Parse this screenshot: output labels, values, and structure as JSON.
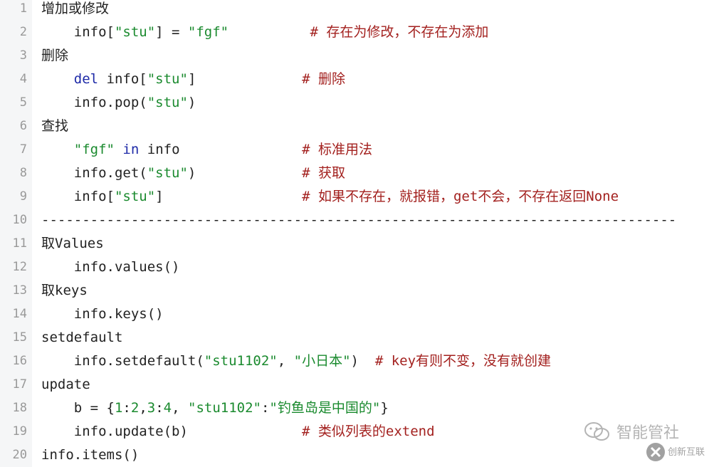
{
  "lines": [
    {
      "n": "1",
      "segments": [
        {
          "t": "增加或修改",
          "c": "plain"
        }
      ]
    },
    {
      "n": "2",
      "segments": [
        {
          "t": "    info[",
          "c": "plain"
        },
        {
          "t": "\"stu\"",
          "c": "str"
        },
        {
          "t": "] = ",
          "c": "plain"
        },
        {
          "t": "\"fgf\"",
          "c": "str"
        },
        {
          "t": "          # 存在为修改，不存在为添加",
          "c": "cm"
        }
      ]
    },
    {
      "n": "3",
      "segments": [
        {
          "t": "删除",
          "c": "plain"
        }
      ]
    },
    {
      "n": "4",
      "segments": [
        {
          "t": "    ",
          "c": "plain"
        },
        {
          "t": "del",
          "c": "kw"
        },
        {
          "t": " info[",
          "c": "plain"
        },
        {
          "t": "\"stu\"",
          "c": "str"
        },
        {
          "t": "]",
          "c": "plain"
        },
        {
          "t": "             # 删除",
          "c": "cm"
        }
      ]
    },
    {
      "n": "5",
      "segments": [
        {
          "t": "    info.pop(",
          "c": "plain"
        },
        {
          "t": "\"stu\"",
          "c": "str"
        },
        {
          "t": ")",
          "c": "plain"
        }
      ]
    },
    {
      "n": "6",
      "segments": [
        {
          "t": "查找",
          "c": "plain"
        }
      ]
    },
    {
      "n": "7",
      "segments": [
        {
          "t": "    ",
          "c": "plain"
        },
        {
          "t": "\"fgf\"",
          "c": "str"
        },
        {
          "t": " ",
          "c": "plain"
        },
        {
          "t": "in",
          "c": "kw"
        },
        {
          "t": " info",
          "c": "plain"
        },
        {
          "t": "               # 标准用法",
          "c": "cm"
        }
      ]
    },
    {
      "n": "8",
      "segments": [
        {
          "t": "    info.get(",
          "c": "plain"
        },
        {
          "t": "\"stu\"",
          "c": "str"
        },
        {
          "t": ")",
          "c": "plain"
        },
        {
          "t": "             # 获取",
          "c": "cm"
        }
      ]
    },
    {
      "n": "9",
      "segments": [
        {
          "t": "    info[",
          "c": "plain"
        },
        {
          "t": "\"stu\"",
          "c": "str"
        },
        {
          "t": "]",
          "c": "plain"
        },
        {
          "t": "                 # 如果不存在，就报错，get不会，不存在返回None",
          "c": "cm"
        }
      ]
    },
    {
      "n": "10",
      "segments": [
        {
          "t": "------------------------------------------------------------------------------",
          "c": "plain"
        }
      ]
    },
    {
      "n": "11",
      "segments": [
        {
          "t": "取Values",
          "c": "plain"
        }
      ]
    },
    {
      "n": "12",
      "segments": [
        {
          "t": "    info.values()",
          "c": "plain"
        }
      ]
    },
    {
      "n": "13",
      "segments": [
        {
          "t": "取keys",
          "c": "plain"
        }
      ]
    },
    {
      "n": "14",
      "segments": [
        {
          "t": "    info.keys()",
          "c": "plain"
        }
      ]
    },
    {
      "n": "15",
      "segments": [
        {
          "t": "setdefault",
          "c": "plain"
        }
      ]
    },
    {
      "n": "16",
      "segments": [
        {
          "t": "    info.setdefault(",
          "c": "plain"
        },
        {
          "t": "\"stu1102\"",
          "c": "str"
        },
        {
          "t": ", ",
          "c": "plain"
        },
        {
          "t": "\"小日本\"",
          "c": "str"
        },
        {
          "t": ")",
          "c": "plain"
        },
        {
          "t": "  # key有则不变，没有就创建",
          "c": "cm"
        }
      ]
    },
    {
      "n": "17",
      "segments": [
        {
          "t": "update",
          "c": "plain"
        }
      ]
    },
    {
      "n": "18",
      "segments": [
        {
          "t": "    b = {",
          "c": "plain"
        },
        {
          "t": "1",
          "c": "num"
        },
        {
          "t": ":",
          "c": "plain"
        },
        {
          "t": "2",
          "c": "num"
        },
        {
          "t": ",",
          "c": "plain"
        },
        {
          "t": "3",
          "c": "num"
        },
        {
          "t": ":",
          "c": "plain"
        },
        {
          "t": "4",
          "c": "num"
        },
        {
          "t": ", ",
          "c": "plain"
        },
        {
          "t": "\"stu1102\"",
          "c": "str"
        },
        {
          "t": ":",
          "c": "plain"
        },
        {
          "t": "\"钓鱼岛是中国的\"",
          "c": "str"
        },
        {
          "t": "}",
          "c": "plain"
        }
      ]
    },
    {
      "n": "19",
      "segments": [
        {
          "t": "    info.update(b)",
          "c": "plain"
        },
        {
          "t": "              # 类似列表的extend",
          "c": "cm"
        }
      ]
    },
    {
      "n": "20",
      "segments": [
        {
          "t": "info.items()",
          "c": "plain"
        }
      ]
    }
  ],
  "watermark": {
    "text": "智能管社",
    "logo_text": "创新互联",
    "icons": [
      "wechat-icon",
      "brand-logo-icon"
    ]
  },
  "colors": {
    "string": "#1a8a2e",
    "keyword": "#1e2aa8",
    "comment": "#a3211f",
    "text": "#222222",
    "line_number": "#999999",
    "gutter": "#f5f6f7"
  }
}
